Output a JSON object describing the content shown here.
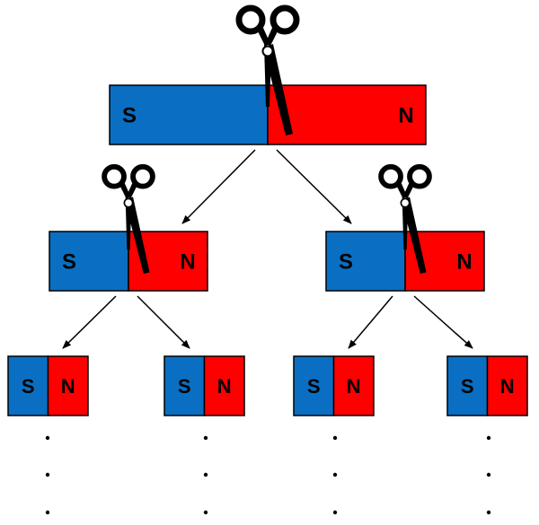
{
  "colors": {
    "south": "#0a6fc2",
    "north": "#ff0000",
    "outline": "#000000",
    "arrow": "#000000",
    "scissors": "#000000",
    "background": "#ffffff"
  },
  "poles": {
    "south_label": "S",
    "north_label": "N"
  },
  "icons": {
    "cutter": "scissors-icon",
    "continuation": "ellipsis-dots"
  },
  "levels": [
    {
      "magnets": [
        {
          "south": "S",
          "north": "N",
          "cut": true
        }
      ]
    },
    {
      "magnets": [
        {
          "south": "S",
          "north": "N",
          "cut": true
        },
        {
          "south": "S",
          "north": "N",
          "cut": true
        }
      ]
    },
    {
      "magnets": [
        {
          "south": "S",
          "north": "N",
          "cut": false
        },
        {
          "south": "S",
          "north": "N",
          "cut": false
        },
        {
          "south": "S",
          "north": "N",
          "cut": false
        },
        {
          "south": "S",
          "north": "N",
          "cut": false
        }
      ]
    }
  ]
}
